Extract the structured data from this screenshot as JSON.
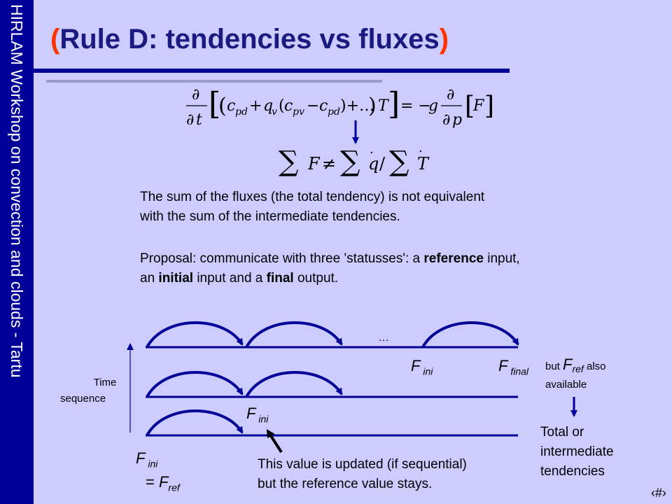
{
  "sidebar": {
    "text": "HIRLAM Workshop on convection and clouds  -  Tartu"
  },
  "title": {
    "open_paren": "(",
    "text": "Rule D: tendencies vs fluxes",
    "close_paren": ")"
  },
  "paragraph1": {
    "line1": "The sum of the fluxes (the total tendency) is not equivalent",
    "line2": "with the sum of the intermediate tendencies."
  },
  "paragraph2": {
    "line1_a": "Proposal: communicate with three 'statusses': a ",
    "line1_b": "reference",
    "line1_c": " input,",
    "line2_a": "an ",
    "line2_b": "initial",
    "line2_c": " input and a ",
    "line2_d": "final",
    "line2_e": " output."
  },
  "diagram": {
    "ellipsis": "…",
    "time_axis_line1": "Time",
    "time_axis_line2": "sequence",
    "f_ini_top": {
      "main": "F",
      "sub": "ini"
    },
    "f_final": {
      "main": "F",
      "sub": "final"
    },
    "but_also": {
      "pre": "but ",
      "main": "F",
      "sub": "ref",
      "post": " also",
      "line2": "available"
    },
    "f_ini_mid": {
      "main": "F",
      "sub": "ini"
    },
    "f_ini_bottom": {
      "main": "F",
      "sub": "ini"
    },
    "eq_ref": {
      "pre": "= ",
      "main": "F",
      "sub": "ref"
    },
    "result_line1": "Total or",
    "result_line2": "intermediate",
    "result_line3": "tendencies",
    "note_line1": "This value is updated (if sequential)",
    "note_line2": "but the reference value stays."
  },
  "page_number": "‹#›",
  "colors": {
    "sidebar": "#000099",
    "background": "#ccccff",
    "title": "#1a1a80",
    "paren": "#ff3300",
    "arrow": "#000099"
  }
}
